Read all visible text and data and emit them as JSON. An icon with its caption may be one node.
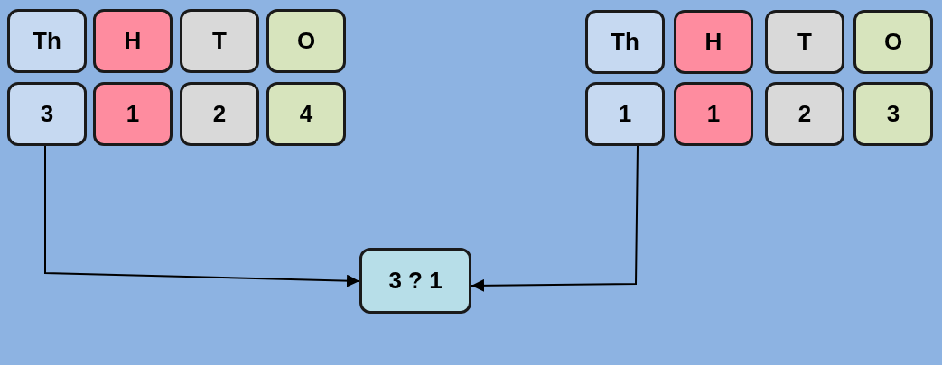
{
  "diagram": {
    "nodes": [
      {
        "text": [
          "Th"
        ]
      },
      {
        "text": [
          "H"
        ]
      },
      {
        "text": [
          "T"
        ]
      },
      {
        "text": [
          "O"
        ]
      },
      {
        "text": [
          "3"
        ]
      },
      {
        "text": [
          "1"
        ]
      },
      {
        "text": [
          "2"
        ]
      },
      {
        "text": [
          "4"
        ]
      },
      {
        "text": [
          "Th"
        ]
      },
      {
        "text": [
          "H"
        ]
      },
      {
        "text": [
          "T"
        ]
      },
      {
        "text": [
          "O"
        ]
      },
      {
        "text": [
          "1"
        ]
      },
      {
        "text": [
          "1"
        ]
      },
      {
        "text": [
          "2"
        ]
      },
      {
        "text": [
          "3"
        ]
      },
      {
        "text": [
          "3 ? 1"
        ]
      }
    ],
    "edges": [
      {
        "from": 4,
        "to": 16,
        "arrow": "to"
      },
      {
        "from": 12,
        "to": 16,
        "arrow": "to"
      }
    ]
  }
}
